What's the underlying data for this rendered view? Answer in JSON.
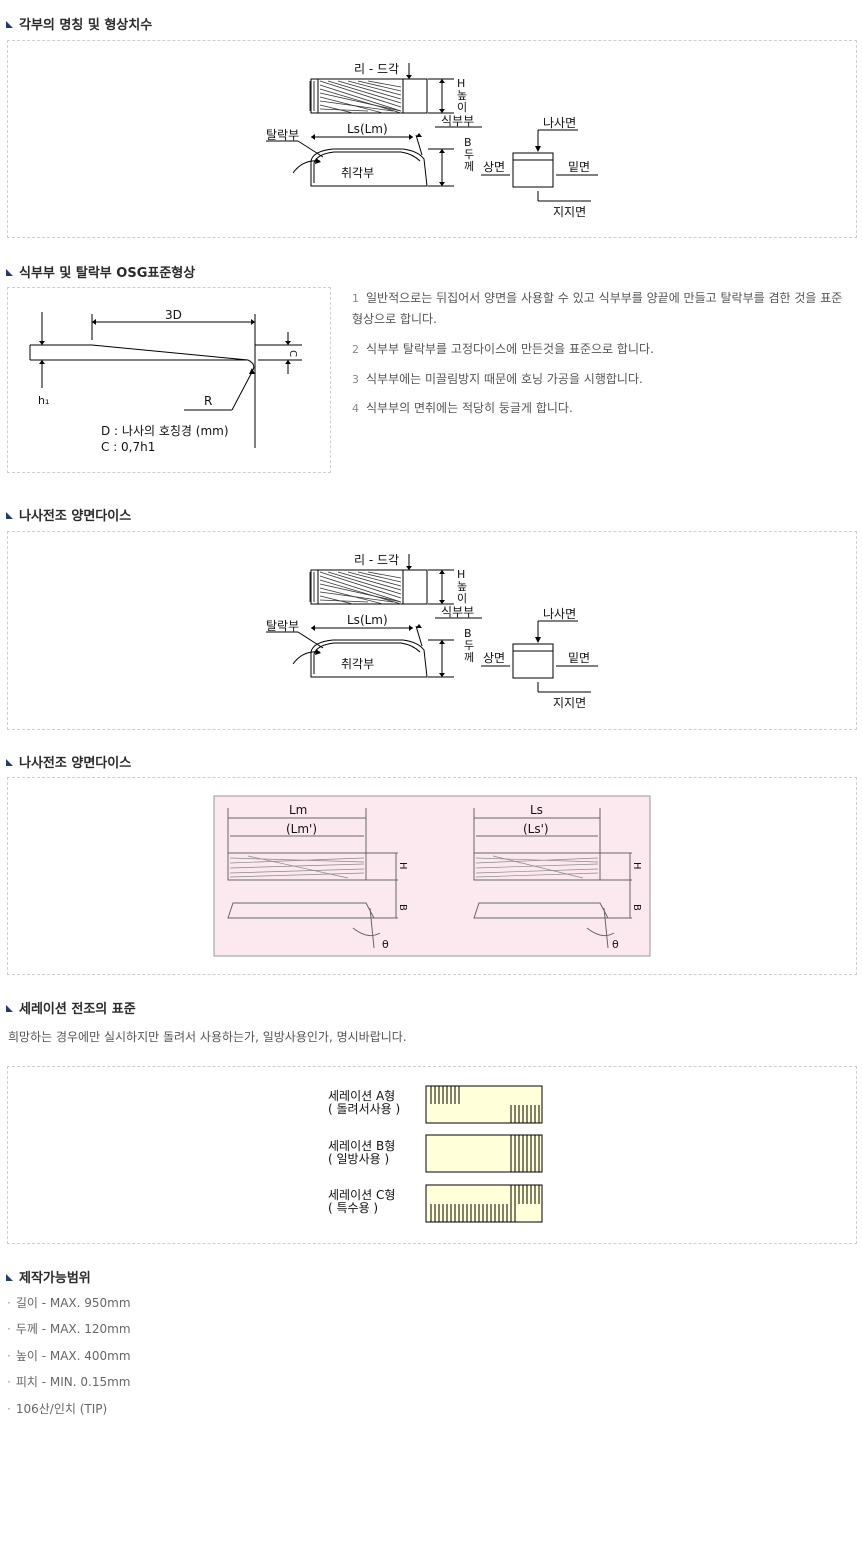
{
  "sections": {
    "s1": {
      "title": "각부의 명칭 및 형상치수"
    },
    "s2": {
      "title": "식부부 및 탈락부 OSG표준형상"
    },
    "s3": {
      "title": "나사전조 양면다이스"
    },
    "s4": {
      "title": "나사전조 양면다이스"
    },
    "s5": {
      "title": "세레이션 전조의 표준"
    },
    "s6": {
      "title": "제작가능범위"
    }
  },
  "parts_diagram": {
    "lead_angle": "리 - 드각",
    "height_h": "H",
    "height_word": [
      "높",
      "이"
    ],
    "cutting_part": "식부부",
    "drop_part": "탈락부",
    "length": "Ls(Lm)",
    "thickness_b": "B",
    "thickness_word": [
      "두",
      "께"
    ],
    "brittle_part": "취각부",
    "thread_face": "나사면",
    "top_face": "상면",
    "bottom_face": "밑면",
    "support_face": "지지면"
  },
  "osg_diagram": {
    "dim_3d": "3D",
    "dim_c": "C",
    "dim_h1": "h₁",
    "dim_r": "R",
    "legend_d": "D : 나사의 호칭경 (mm)",
    "legend_c": "C : 0,7h1"
  },
  "osg_notes": [
    {
      "num": "1",
      "text": "일반적으로는 뒤집어서 양면을 사용할 수 있고 식부부를 양끝에 만들고 탈락부를 겸한 것을 표준형상으로 합니다."
    },
    {
      "num": "2",
      "text": "식부부 탈락부를 고정다이스에 만든것을 표준으로 합니다."
    },
    {
      "num": "3",
      "text": "식부부에는 미끌림방지 때문에 호닝 가공을 시행합니다."
    },
    {
      "num": "4",
      "text": "식부부의 면취에는 적당히 둥글게 합니다."
    }
  ],
  "die_diagram": {
    "left_len": "Lm",
    "left_len_sub": "(Lm')",
    "right_len": "Ls",
    "right_len_sub": "(Ls')",
    "h": "H",
    "b": "B",
    "theta": "θ",
    "bg_color": "#fbe9ef"
  },
  "serration": {
    "description": "희망하는 경우에만 실시하지만 돌려서 사용하는가, 일방사용인가, 명시바랍니다.",
    "types": [
      {
        "name": "세레이션 A형",
        "sub": "( 돌려서사용 )"
      },
      {
        "name": "세레이션 B형",
        "sub": "( 일방사용 )"
      },
      {
        "name": "세레이션 C형",
        "sub": "( 특수용 )"
      }
    ],
    "fill_color": "#ffffd9"
  },
  "ranges": [
    "길이 - MAX. 950mm",
    "두께 - MAX. 120mm",
    "높이 - MAX. 400mm",
    "피치 - MIN. 0.15mm",
    "106산/인치 (TIP)"
  ],
  "accent_color": "#1f3e6d"
}
